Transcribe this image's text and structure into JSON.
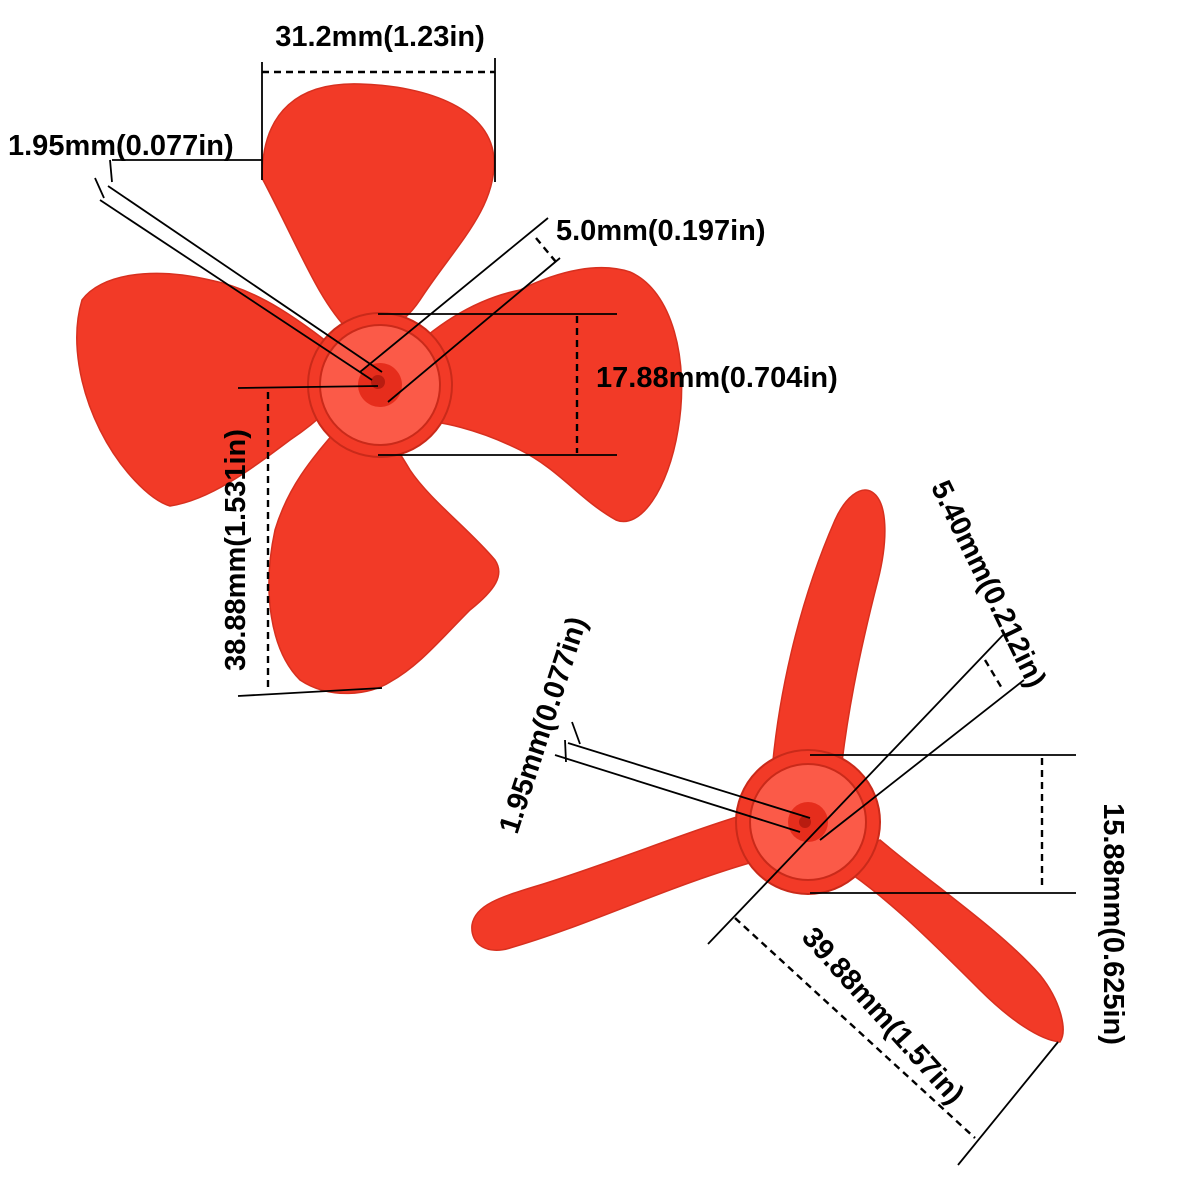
{
  "colors": {
    "propeller": "#f23a27",
    "propeller_shade": "#e62d1c",
    "propeller_light": "#fb5a48",
    "hub_bore": "#b81c10",
    "lines": "#000000",
    "background": "#ffffff"
  },
  "four_blade": {
    "blade_width": "31.2mm(1.23in)",
    "shaft_hole": "1.95mm(0.077in)",
    "hub_inner": "5.0mm(0.197in)",
    "hub_diameter": "17.88mm(0.704in)",
    "blade_length": "38.88mm(1.531in)"
  },
  "three_blade": {
    "hub_inner": "5.40mm(0.212in)",
    "shaft_hole": "1.95mm(0.077in)",
    "hub_diameter": "15.88mm(0.625in)",
    "blade_length": "39.88mm(1.57in)"
  }
}
